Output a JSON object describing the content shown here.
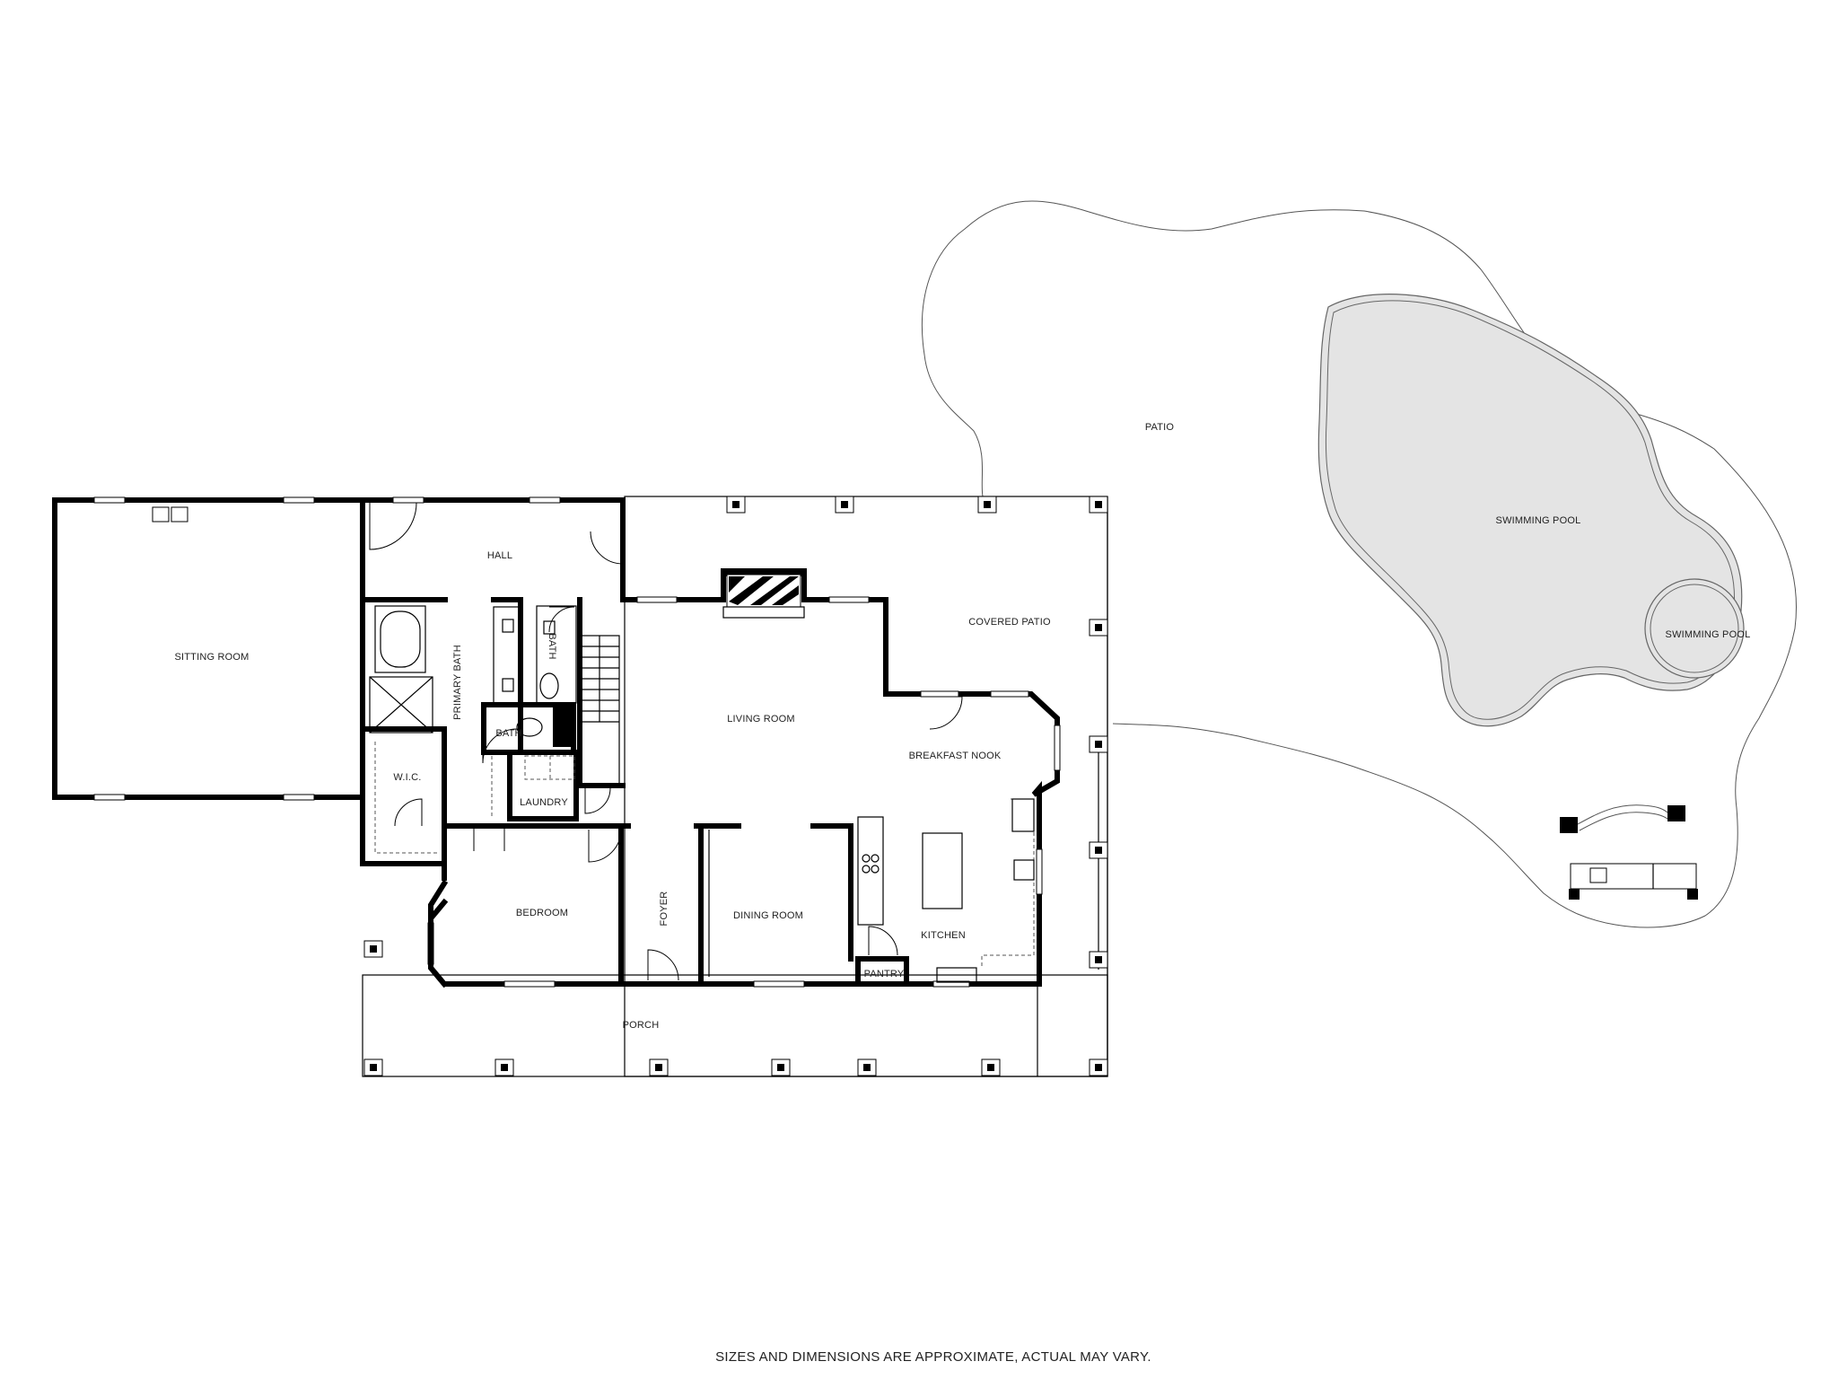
{
  "rooms": {
    "sitting_room": "SITTING ROOM",
    "hall": "HALL",
    "primary_bath": "PRIMARY BATH",
    "bath_upper": "BATH",
    "bath_lower": "BATH",
    "wic": "W.I.C.",
    "laundry": "LAUNDRY",
    "living_room": "LIVING ROOM",
    "breakfast_nook": "BREAKFAST NOOK",
    "covered_patio": "COVERED PATIO",
    "patio": "PATIO",
    "swimming_pool_main": "SWIMMING POOL",
    "swimming_pool_spa": "SWIMMING POOL",
    "bedroom": "BEDROOM",
    "foyer": "FOYER",
    "dining_room": "DINING ROOM",
    "kitchen": "KITCHEN",
    "pantry": "PANTRY",
    "porch": "PORCH"
  },
  "disclaimer": "SIZES AND DIMENSIONS ARE APPROXIMATE, ACTUAL MAY VARY.",
  "colors": {
    "wall": "#000000",
    "pool_fill": "#e4e4e4",
    "outline": "#555555"
  }
}
